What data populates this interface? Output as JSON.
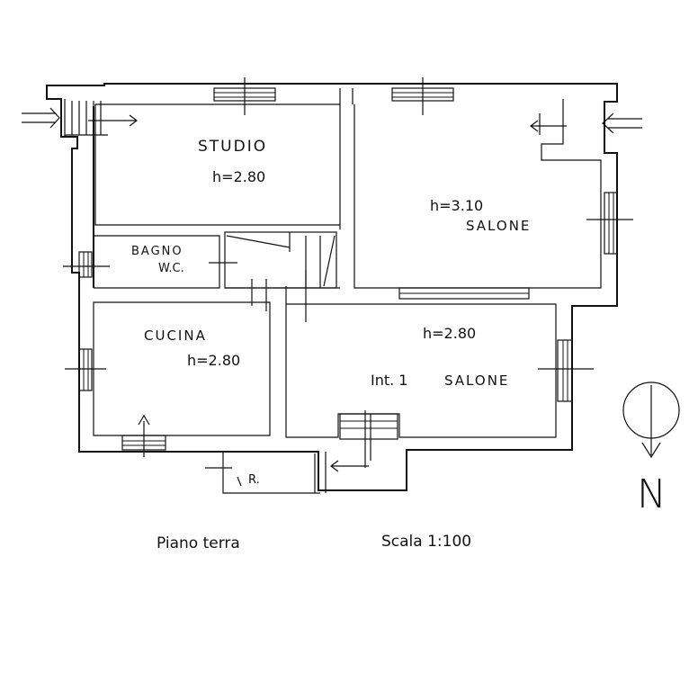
{
  "rooms": {
    "studio": {
      "name": "STUDIO",
      "height": "h=2.80"
    },
    "bagno": {
      "name": "BAGNO",
      "sub": "W.C."
    },
    "salone_top": {
      "name": "SALONE",
      "height": "h=3.10"
    },
    "cucina": {
      "name": "CUCINA",
      "height": "h=2.80"
    },
    "salone_bottom": {
      "name": "SALONE",
      "height": "h=2.80",
      "unit": "Int. 1"
    },
    "ripostiglio": {
      "name": "R."
    }
  },
  "footer": {
    "floor": "Piano terra",
    "scale": "Scala 1:100"
  },
  "compass": {
    "label": "N"
  }
}
